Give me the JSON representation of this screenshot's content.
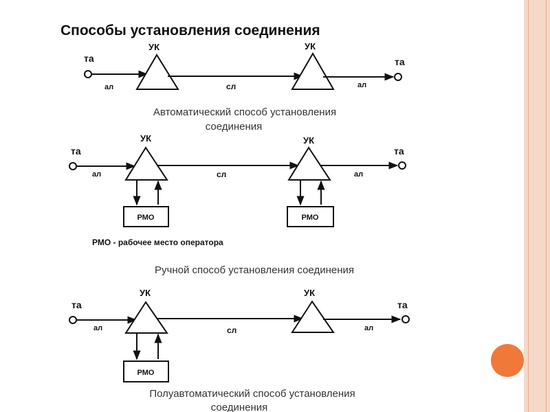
{
  "slide": {
    "title": "Способы установления соединения"
  },
  "labels": {
    "uk": "УК",
    "ta": "та",
    "al": "ал",
    "sl": "сл",
    "rmo": "РМО"
  },
  "captions": {
    "automatic_line1": "Автоматический способ установления",
    "automatic_line2": "соединения",
    "legend": "РМО - рабочее место оператора",
    "manual": "Ручной способ установления соединения",
    "semi_line1": "Полуавтоматический способ установления",
    "semi_line2": "соединения"
  },
  "colors": {
    "accent": "#f07838",
    "frame": "#f5d9c8",
    "frame_line": "#e8a888"
  }
}
